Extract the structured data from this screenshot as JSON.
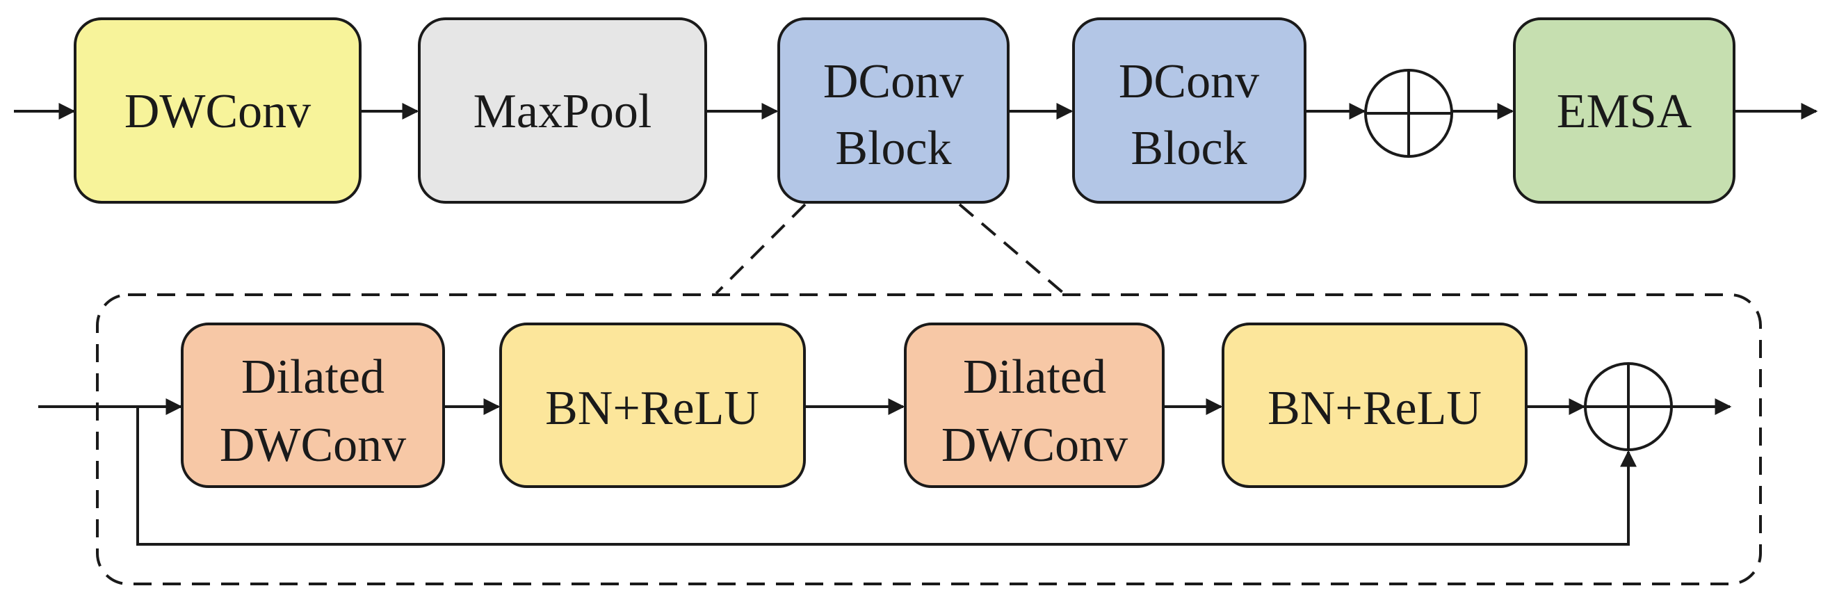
{
  "top_row": {
    "dwconv": "DWConv",
    "maxpool": "MaxPool",
    "dconv1": [
      "DConv",
      "Block"
    ],
    "dconv2": [
      "DConv",
      "Block"
    ],
    "emsa": "EMSA"
  },
  "detail": {
    "dilated1": [
      "Dilated",
      "DWConv"
    ],
    "bnrelu1": "BN+ReLU",
    "dilated2": [
      "Dilated",
      "DWConv"
    ],
    "bnrelu2": "BN+ReLU"
  },
  "colors": {
    "yellow": "#f7f39a",
    "grey": "#e6e6e6",
    "blue": "#b3c6e6",
    "green": "#c6dfb0",
    "salmon": "#f7c8a6",
    "bn": "#fce69b"
  }
}
